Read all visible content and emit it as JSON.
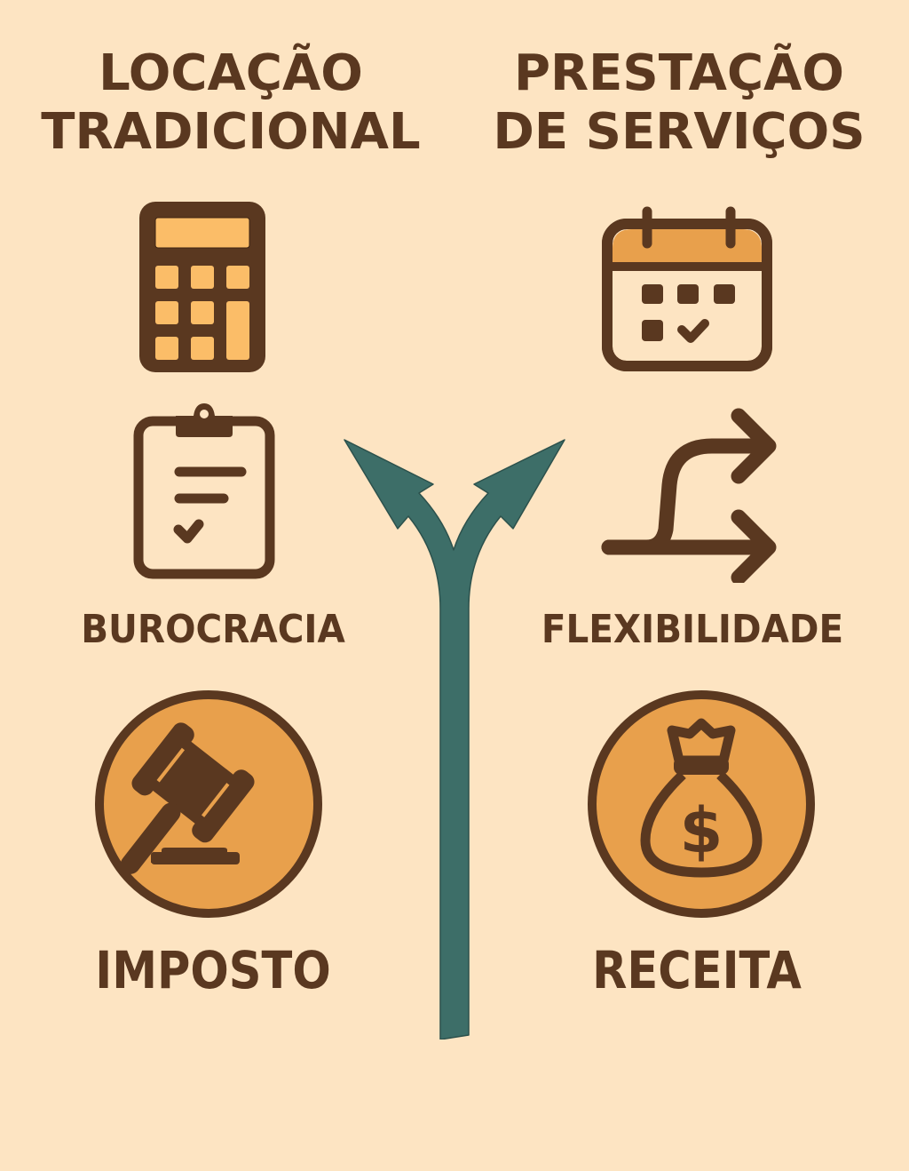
{
  "colors": {
    "background": "#fde4c2",
    "brown": "#5a3820",
    "light_orange": "#fbbd68",
    "orange": "#e8a04c",
    "teal": "#3d6e68"
  },
  "left_column": {
    "title_line1": "LOCAÇÃO",
    "title_line2": "TRADICIONAL",
    "icons": [
      {
        "name": "calculator-icon"
      },
      {
        "name": "clipboard-check-icon"
      },
      {
        "name": "gavel-icon"
      }
    ],
    "label_1": "BUROCRACIA",
    "label_2": "IMPOSTO"
  },
  "right_column": {
    "title_line1": "PRESTAÇÃO",
    "title_line2": "DE SERVIÇOS",
    "icons": [
      {
        "name": "calendar-check-icon"
      },
      {
        "name": "branching-arrows-icon"
      },
      {
        "name": "money-bag-icon"
      }
    ],
    "label_1": "FLEXIBILIDADE",
    "label_2": "RECEITA",
    "money_symbol": "$"
  },
  "center": {
    "icon": "fork-arrow-icon"
  }
}
